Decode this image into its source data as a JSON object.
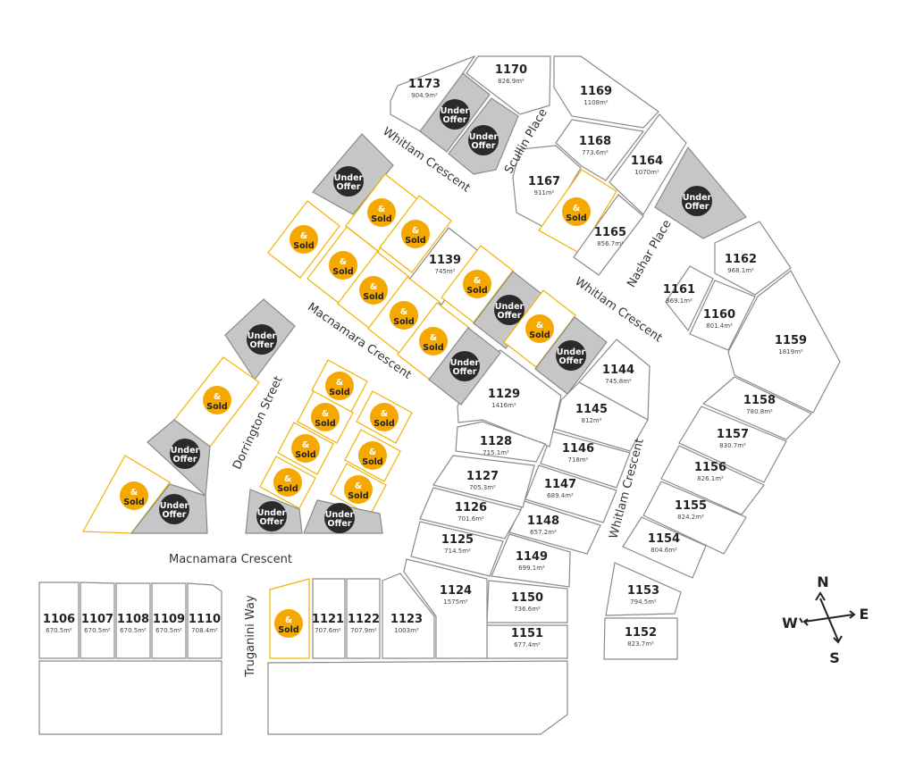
{
  "colors": {
    "sold": "#F5A800",
    "under_offer_fill": "#C6C6C6",
    "under_offer_badge": "#2A2A2A",
    "lot_outline": "#8A8A8A",
    "sold_outline": "#F0B400"
  },
  "badges": {
    "sold_amp": "&",
    "sold": "Sold",
    "under": "Under",
    "offer": "Offer"
  },
  "lots": [
    {
      "number": "1173",
      "area": "904.9m²",
      "status": "available"
    },
    {
      "number": "",
      "area": "",
      "status": "under-offer"
    },
    {
      "number": "",
      "area": "",
      "status": "under-offer"
    },
    {
      "number": "1170",
      "area": "826.9m²",
      "status": "available"
    },
    {
      "number": "1169",
      "area": "1108m²",
      "status": "available"
    },
    {
      "number": "1168",
      "area": "773.6m²",
      "status": "available"
    },
    {
      "number": "1164",
      "area": "1070m²",
      "status": "available"
    },
    {
      "number": "1167",
      "area": "911m²",
      "status": "available"
    },
    {
      "number": "",
      "area": "",
      "status": "sold"
    },
    {
      "number": "1165",
      "area": "856.7m²",
      "status": "available"
    },
    {
      "number": "",
      "area": "",
      "status": "under-offer"
    },
    {
      "number": "1162",
      "area": "968.1m²",
      "status": "available"
    },
    {
      "number": "1161",
      "area": "869.1m²",
      "status": "available"
    },
    {
      "number": "1160",
      "area": "801.4m²",
      "status": "available"
    },
    {
      "number": "1159",
      "area": "1819m²",
      "status": "available"
    },
    {
      "number": "1158",
      "area": "780.8m²",
      "status": "available"
    },
    {
      "number": "1157",
      "area": "830.7m²",
      "status": "available"
    },
    {
      "number": "1156",
      "area": "826.1m²",
      "status": "available"
    },
    {
      "number": "1155",
      "area": "824.2m²",
      "status": "available"
    },
    {
      "number": "1154",
      "area": "804.6m²",
      "status": "available"
    },
    {
      "number": "1153",
      "area": "794.5m²",
      "status": "available"
    },
    {
      "number": "1152",
      "area": "823.7m²",
      "status": "available"
    },
    {
      "number": "1144",
      "area": "745.8m²",
      "status": "available"
    },
    {
      "number": "1145",
      "area": "812m²",
      "status": "available"
    },
    {
      "number": "1146",
      "area": "718m²",
      "status": "available"
    },
    {
      "number": "1147",
      "area": "689.4m²",
      "status": "available"
    },
    {
      "number": "1148",
      "area": "657.2m²",
      "status": "available"
    },
    {
      "number": "1149",
      "area": "699.1m²",
      "status": "available"
    },
    {
      "number": "1150",
      "area": "736.6m²",
      "status": "available"
    },
    {
      "number": "1151",
      "area": "677.4m²",
      "status": "available"
    },
    {
      "number": "1129",
      "area": "1416m²",
      "status": "available"
    },
    {
      "number": "1128",
      "area": "715.1m²",
      "status": "available"
    },
    {
      "number": "1127",
      "area": "705.3m²",
      "status": "available"
    },
    {
      "number": "1126",
      "area": "701.6m²",
      "status": "available"
    },
    {
      "number": "1125",
      "area": "714.5m²",
      "status": "available"
    },
    {
      "number": "1124",
      "area": "1575m²",
      "status": "available"
    },
    {
      "number": "1123",
      "area": "1003m²",
      "status": "available"
    },
    {
      "number": "1122",
      "area": "707.9m²",
      "status": "available"
    },
    {
      "number": "1121",
      "area": "707.6m²",
      "status": "available"
    },
    {
      "number": "",
      "area": "",
      "status": "sold"
    },
    {
      "number": "1106",
      "area": "670.5m²",
      "status": "available"
    },
    {
      "number": "1107",
      "area": "670.5m²",
      "status": "available"
    },
    {
      "number": "1108",
      "area": "670.5m²",
      "status": "available"
    },
    {
      "number": "1109",
      "area": "670.5m²",
      "status": "available"
    },
    {
      "number": "1110",
      "area": "708.4m²",
      "status": "available"
    },
    {
      "number": "",
      "area": "",
      "status": "available"
    },
    {
      "number": "",
      "area": "",
      "status": "available"
    },
    {
      "number": "1139",
      "area": "745m²",
      "status": "available"
    },
    {
      "number": "",
      "area": "",
      "status": "under-offer"
    },
    {
      "number": "",
      "area": "",
      "status": "sold"
    },
    {
      "number": "",
      "area": "",
      "status": "sold"
    },
    {
      "number": "",
      "area": "",
      "status": "sold"
    },
    {
      "number": "",
      "area": "",
      "status": "under-offer"
    },
    {
      "number": "",
      "area": "",
      "status": "sold"
    },
    {
      "number": "",
      "area": "",
      "status": "under-offer"
    },
    {
      "number": "",
      "area": "",
      "status": "sold"
    },
    {
      "number": "",
      "area": "",
      "status": "sold"
    },
    {
      "number": "",
      "area": "",
      "status": "sold"
    },
    {
      "number": "",
      "area": "",
      "status": "sold"
    },
    {
      "number": "",
      "area": "",
      "status": "sold"
    },
    {
      "number": "",
      "area": "",
      "status": "under-offer"
    },
    {
      "number": "",
      "area": "",
      "status": "under-offer"
    },
    {
      "number": "",
      "area": "",
      "status": "sold"
    },
    {
      "number": "",
      "area": "",
      "status": "under-offer"
    },
    {
      "number": "",
      "area": "",
      "status": "sold"
    },
    {
      "number": "",
      "area": "",
      "status": "under-offer"
    },
    {
      "number": "",
      "area": "",
      "status": "sold"
    },
    {
      "number": "",
      "area": "",
      "status": "sold"
    },
    {
      "number": "",
      "area": "",
      "status": "sold"
    },
    {
      "number": "",
      "area": "",
      "status": "sold"
    },
    {
      "number": "",
      "area": "",
      "status": "sold"
    },
    {
      "number": "",
      "area": "",
      "status": "sold"
    },
    {
      "number": "",
      "area": "",
      "status": "sold"
    },
    {
      "number": "",
      "area": "",
      "status": "under-offer"
    },
    {
      "number": "",
      "area": "",
      "status": "under-offer"
    }
  ],
  "streets": [
    "Whitlam Crescent",
    "Scullin Place",
    "Nashar Place",
    "Whitlam Crescent",
    "Macnamara Crescent",
    "Dorrington Street",
    "Whitlam Crescent",
    "Macnamara Crescent",
    "Truganini Way"
  ],
  "compass": {
    "n": "N",
    "e": "E",
    "s": "S",
    "w": "W"
  }
}
